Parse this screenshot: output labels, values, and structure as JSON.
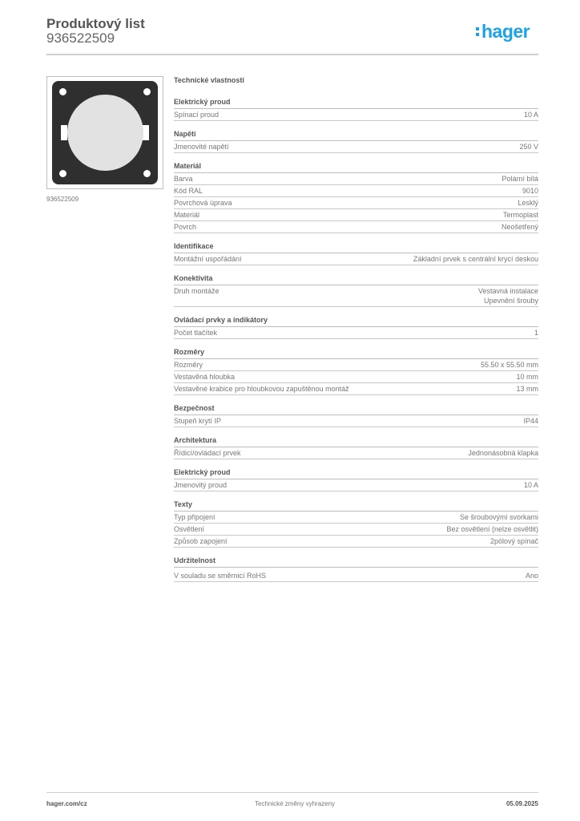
{
  "header": {
    "title": "Produktový list",
    "product_number": "936522509",
    "logo_text": "hager",
    "brand_color": "#1aa3e8"
  },
  "image": {
    "caption": "936522509"
  },
  "main": {
    "section_title": "Technické vlastnosti",
    "groups": [
      {
        "title": "Elektrický proud",
        "rows": [
          {
            "label": "Spínací proud",
            "value": "10 A"
          }
        ]
      },
      {
        "title": "Napětí",
        "rows": [
          {
            "label": "Jmenovité napětí",
            "value": "250 V"
          }
        ]
      },
      {
        "title": "Materiál",
        "rows": [
          {
            "label": "Barva",
            "value": "Polární bílá"
          },
          {
            "label": "Kód RAL",
            "value": "9010"
          },
          {
            "label": "Povrchová úprava",
            "value": "Lesklý"
          },
          {
            "label": "Materiál",
            "value": "Termoplast"
          },
          {
            "label": "Povrch",
            "value": "Neošetřený"
          }
        ]
      },
      {
        "title": "Identifikace",
        "rows": [
          {
            "label": "Montážní uspořádání",
            "value": "Základní prvek s centrální krycí deskou"
          }
        ]
      },
      {
        "title": "Konektivita",
        "rows": [
          {
            "label": "Druh montáže",
            "value": "Vestavná instalace",
            "value2": "Upevnění šrouby"
          }
        ]
      },
      {
        "title": "Ovládací prvky a indikátory",
        "rows": [
          {
            "label": "Počet tlačítek",
            "value": "1"
          }
        ]
      },
      {
        "title": "Rozměry",
        "rows": [
          {
            "label": "Rozměry",
            "value": "55.50 x 55.50 mm"
          },
          {
            "label": "Vestavěná hloubka",
            "value": "10 mm"
          },
          {
            "label": "Vestavěné krabice pro hloubkovou zapuštěnou montáž",
            "value": "13 mm"
          }
        ]
      },
      {
        "title": "Bezpečnost",
        "rows": [
          {
            "label": "Stupeň krytí IP",
            "value": "IP44"
          }
        ]
      },
      {
        "title": "Architektura",
        "rows": [
          {
            "label": "Řídicí/ovládací prvek",
            "value": "Jednonásobná klapka"
          }
        ]
      },
      {
        "title": "Elektrický proud",
        "rows": [
          {
            "label": "Jmenovitý proud",
            "value": "10 A"
          }
        ]
      },
      {
        "title": "Texty",
        "rows": [
          {
            "label": "Typ připojení",
            "value": "Se šroubovými svorkami"
          },
          {
            "label": "Osvětlení",
            "value": "Bez osvětlení (nelze osvětlit)"
          },
          {
            "label": "Způsob zapojení",
            "value": "2pólový spínač"
          }
        ]
      },
      {
        "title": "Udržitelnost",
        "rows": [
          {
            "label": "V souladu se směrnicí RoHS",
            "value": "Ano"
          }
        ]
      }
    ]
  },
  "footer": {
    "website": "hager.com/cz",
    "notice": "Technické změny vyhrazeny",
    "date": "05.09.2025"
  }
}
